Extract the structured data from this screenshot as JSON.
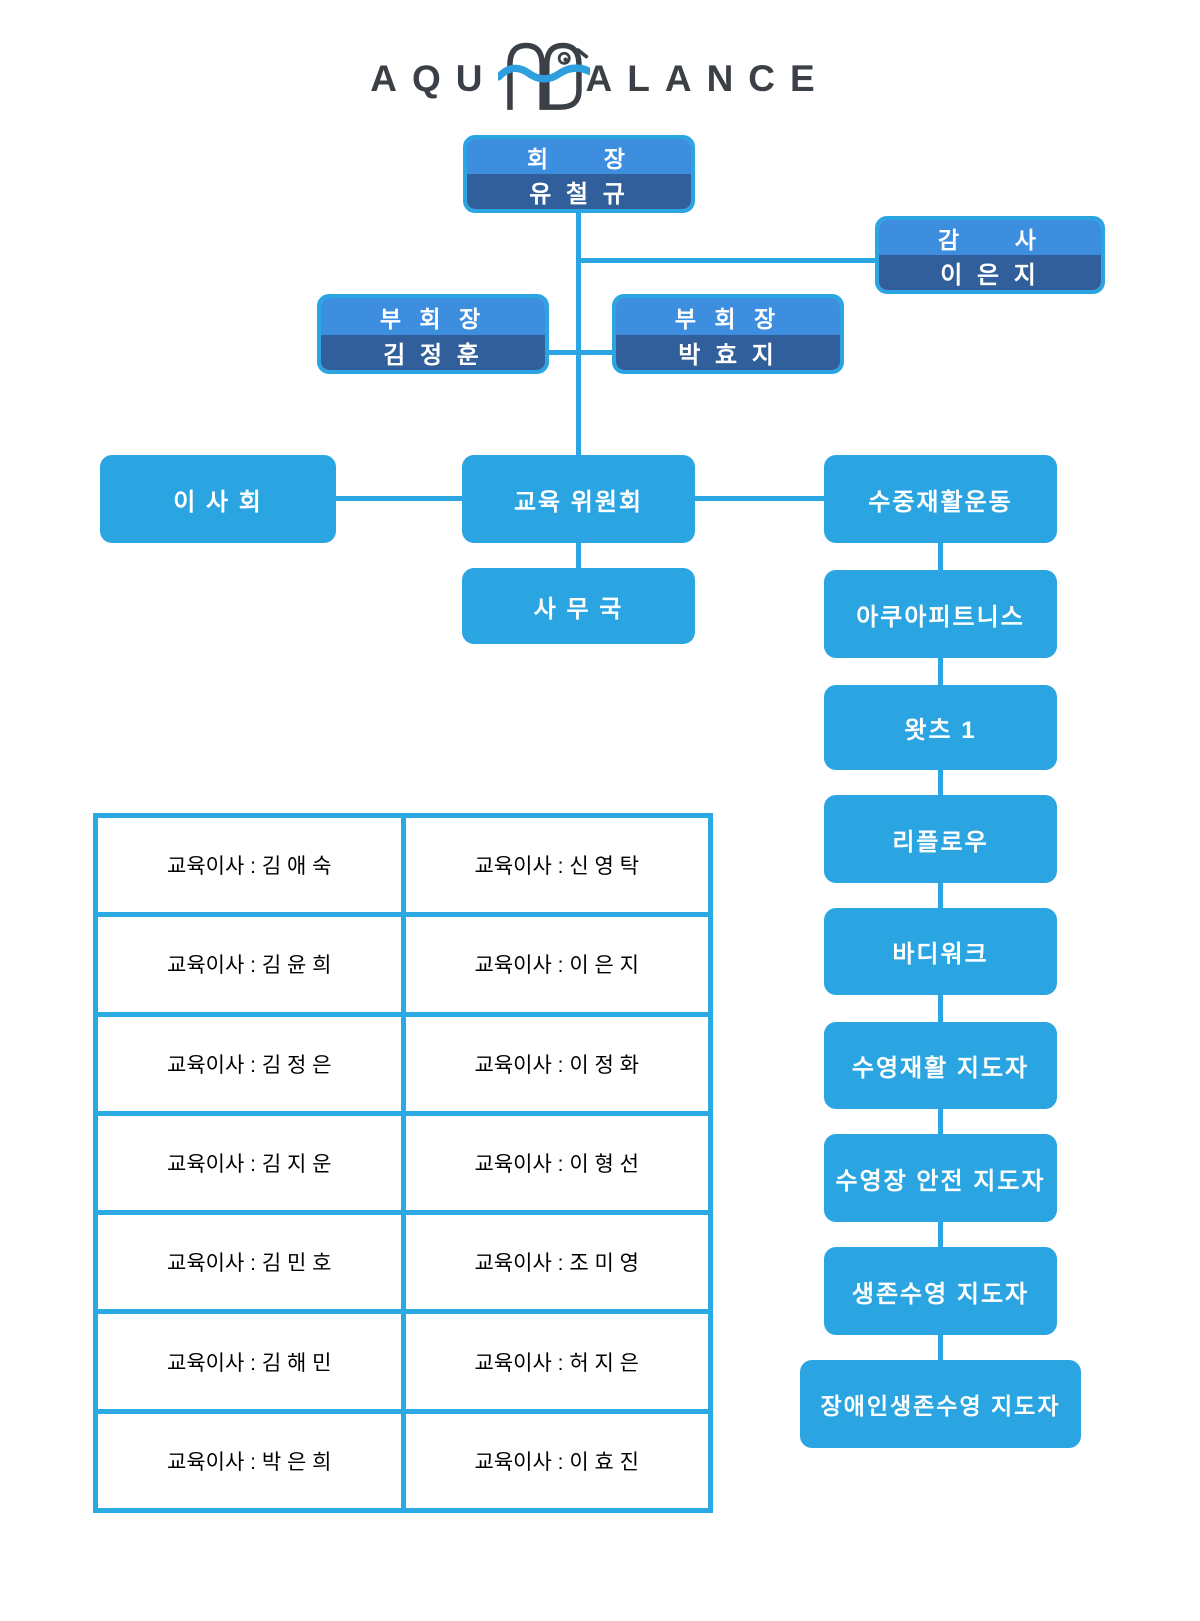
{
  "logo": {
    "left": "AQU",
    "right": "ALANCE",
    "full_name": "AQUA BALANCE",
    "colors": {
      "text": "#3A4045",
      "wave": "#2D9FDF"
    }
  },
  "org": {
    "chairman": {
      "title": "회    장",
      "name": "유 철 규"
    },
    "auditor": {
      "title": "감    사",
      "name": "이 은 지"
    },
    "vice_left": {
      "title": "부 회 장",
      "name": "김 정 훈"
    },
    "vice_right": {
      "title": "부 회 장",
      "name": "박 효 지"
    },
    "board": "이 사 회",
    "education_committee": "교육 위원회",
    "secretariat": "사 무 국",
    "aquatic_rehab": "수중재활운동",
    "programs": [
      "아쿠아피트니스",
      "왓츠 1",
      "리플로우",
      "바디워크",
      "수영재활 지도자",
      "수영장 안전 지도자",
      "생존수영 지도자",
      "장애인생존수영 지도자"
    ]
  },
  "directors_table": {
    "rows": [
      [
        "교육이사 : 김 애 숙",
        "교육이사 : 신 영 탁"
      ],
      [
        "교육이사 : 김 윤 희",
        "교육이사 : 이 은 지"
      ],
      [
        "교육이사 : 김 정 은",
        "교육이사 : 이 정 화"
      ],
      [
        "교육이사 : 김 지 운",
        "교육이사 : 이 형 선"
      ],
      [
        "교육이사 : 김 민 호",
        "교육이사 : 조 미 영"
      ],
      [
        "교육이사 : 김 해 민",
        "교육이사 : 허 지 은"
      ],
      [
        "교육이사 : 박 은 희",
        "교육이사 : 이 효 진"
      ]
    ]
  },
  "colors": {
    "accent_blue": "#2AA5E1",
    "header_blue": "#3E8EE0",
    "dark_blue": "#315F9B",
    "table_border": "#2BA9E2"
  }
}
